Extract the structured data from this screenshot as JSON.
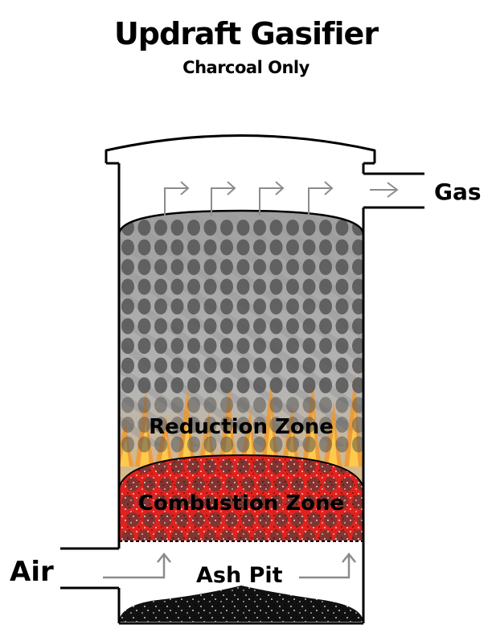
{
  "title": "Updraft Gasifier",
  "subtitle": "Charcoal Only",
  "labels": {
    "gas": "Gas",
    "air": "Air",
    "ash_pit": "Ash Pit",
    "reduction_zone": "Reduction Zone",
    "combustion_zone": "Combustion Zone"
  },
  "colors": {
    "outline": "#000000",
    "charcoal": "#555555",
    "charcoal_bed": "#a9a9a9",
    "flame": "#f7941d",
    "flame_light": "#ffd24d",
    "combustion": "#e0221e",
    "ember_dark": "#6b3a35",
    "arrow": "#8c8c8c",
    "ash": "#111111"
  }
}
